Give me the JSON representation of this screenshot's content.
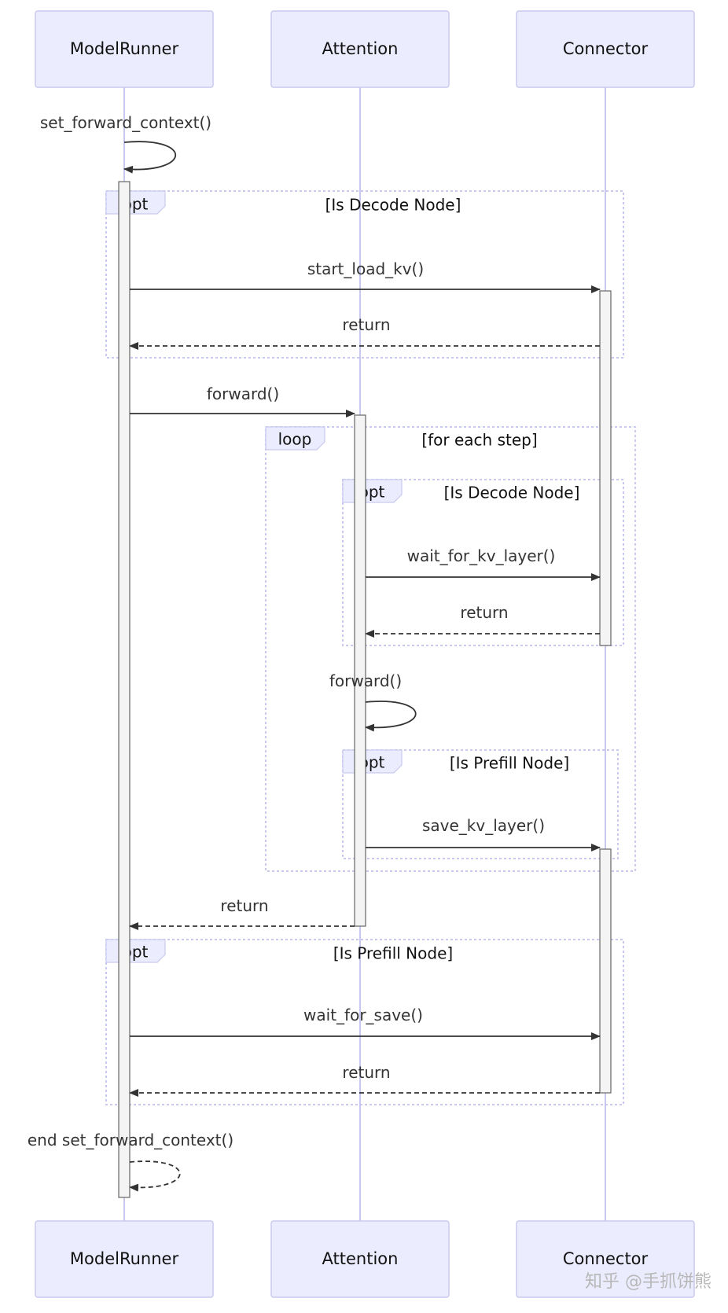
{
  "actors": [
    {
      "id": "mr",
      "label": "ModelRunner"
    },
    {
      "id": "attn",
      "label": "Attention"
    },
    {
      "id": "conn",
      "label": "Connector"
    }
  ],
  "frames": [
    {
      "keyword": "opt",
      "condition": "[Is Decode Node]"
    },
    {
      "keyword": "loop",
      "condition": "[for each step]"
    },
    {
      "keyword": "opt",
      "condition": "[Is Decode Node]"
    },
    {
      "keyword": "opt",
      "condition": "[Is Prefill Node]"
    },
    {
      "keyword": "opt",
      "condition": "[Is Prefill Node]"
    }
  ],
  "messages": [
    {
      "from": "mr",
      "to": "mr",
      "label": "set_forward_context()",
      "style": "solid"
    },
    {
      "from": "mr",
      "to": "conn",
      "label": "start_load_kv()",
      "style": "solid"
    },
    {
      "from": "conn",
      "to": "mr",
      "label": "return",
      "style": "dashed"
    },
    {
      "from": "mr",
      "to": "attn",
      "label": "forward()",
      "style": "solid"
    },
    {
      "from": "attn",
      "to": "conn",
      "label": "wait_for_kv_layer()",
      "style": "solid"
    },
    {
      "from": "conn",
      "to": "attn",
      "label": "return",
      "style": "dashed"
    },
    {
      "from": "attn",
      "to": "attn",
      "label": "forward()",
      "style": "solid"
    },
    {
      "from": "attn",
      "to": "conn",
      "label": "save_kv_layer()",
      "style": "solid"
    },
    {
      "from": "attn",
      "to": "mr",
      "label": "return",
      "style": "dashed"
    },
    {
      "from": "mr",
      "to": "conn",
      "label": "wait_for_save()",
      "style": "solid"
    },
    {
      "from": "conn",
      "to": "mr",
      "label": "return",
      "style": "dashed"
    },
    {
      "from": "mr",
      "to": "mr",
      "label": "end set_forward_context()",
      "style": "dashed"
    }
  ],
  "watermark": "知乎 @手抓饼熊"
}
